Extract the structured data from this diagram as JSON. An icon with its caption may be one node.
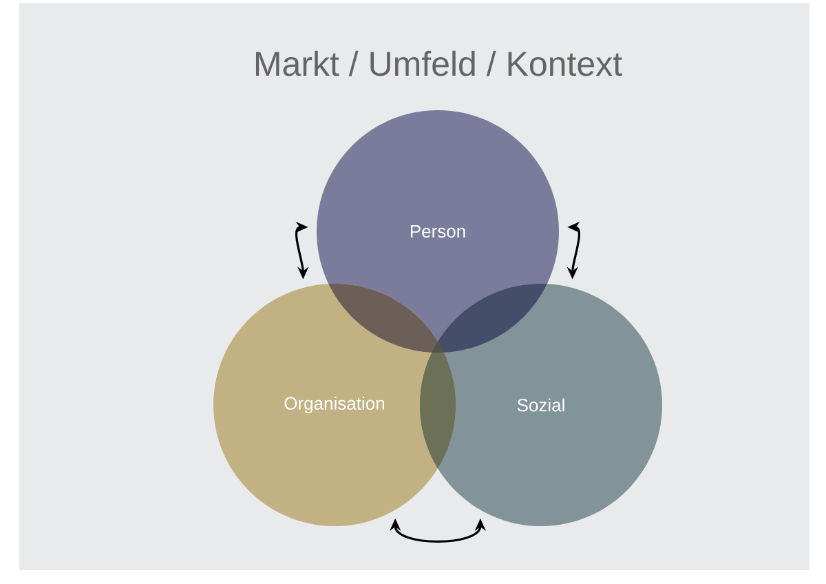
{
  "diagram": {
    "title": "Markt / Umfeld / Kontext",
    "nodes": [
      {
        "text": [
          "Person"
        ]
      },
      {
        "text": [
          "Organisation"
        ]
      },
      {
        "text": [
          "Sozial"
        ]
      }
    ],
    "edges": [
      {
        "from": 0,
        "to": 1,
        "arrow": "both"
      },
      {
        "from": 0,
        "to": 2,
        "arrow": "both"
      },
      {
        "from": 1,
        "to": 2,
        "arrow": "both"
      }
    ]
  }
}
